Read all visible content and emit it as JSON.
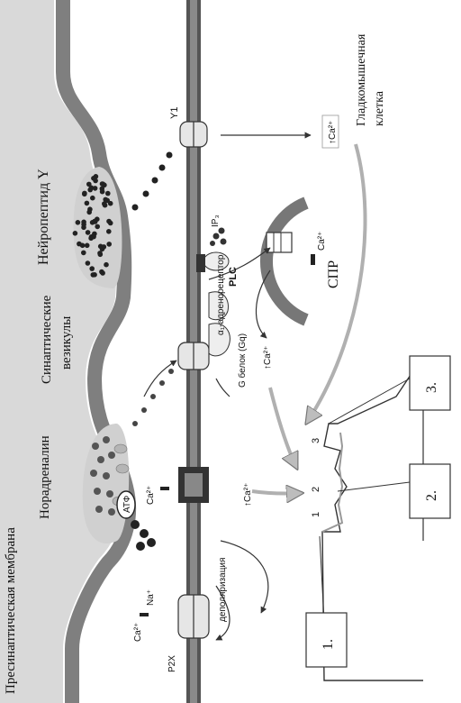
{
  "colors": {
    "presynaptic_membrane": "#7f7f7f",
    "postsynaptic_membrane": "#5a5a5a",
    "cytoplasm": "#d9d9d9",
    "vesicle_fill": "#9a9a9a",
    "background": "#ffffff"
  },
  "labels": {
    "presynaptic_membrane": "Пресинаптическая мембрана",
    "noradrenaline": "Норадреналин",
    "synaptic_vesicles_line1": "Синаптические",
    "synaptic_vesicles_line2": "везикулы",
    "neuropeptide_y": "Нейропептид Y",
    "smooth_muscle_line1": "Гладкомышечная",
    "smooth_muscle_line2": "клетка",
    "atp": "АТФ",
    "depolarization": "деполяризация",
    "alpha1_receptor": "α₁-адренорецептор",
    "g_protein": "G белок (Gq)",
    "plc": "PLC",
    "ip3": "IP₃",
    "spr": "СПР",
    "y1": "Y1",
    "p2x": "P2X",
    "ca2_top": "Ca²⁺",
    "na_top": "Na⁺",
    "ca2_channel": "Ca²⁺",
    "ca2_rise_1": "↑Ca²⁺",
    "ca2_rise_2": "↑Ca²⁺",
    "ca2_rise_3": "↑Ca²⁺",
    "ca2_spr": "Ca²⁺",
    "trace_1": "1",
    "trace_2": "2",
    "trace_3": "3"
  },
  "callouts": {
    "box1": "1.",
    "box2": "2.",
    "box3": "3."
  }
}
